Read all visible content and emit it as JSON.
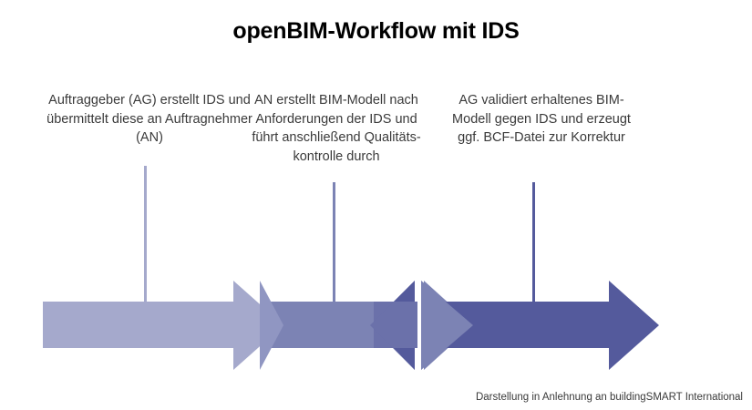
{
  "header": {
    "title": "openBIM-Workflow mit IDS"
  },
  "footer": {
    "caption": "Darstellung in Anlehnung an buildingSMART International"
  },
  "steps": [
    {
      "id": "step-1",
      "label": "Auftraggeber (AG) erstellt IDS und übermittelt diese an Auftragnehmer (AN)",
      "color": "#A5A9CC"
    },
    {
      "id": "step-2",
      "label": "AN erstellt BIM-Modell nach Anforderungen der IDS und führt anschließend Qualitäts-kontrolle durch",
      "color": "#7C83B4"
    },
    {
      "id": "step-3",
      "label": "AG validiert erhaltenes BIM-Modell gegen IDS und erzeugt ggf. BCF-Datei zur Korrektur",
      "color": "#545A9C"
    }
  ],
  "colors": {
    "arrow_light": "#A5A9CC",
    "arrow_mid": "#7C83B4",
    "arrow_dark": "#545A9C",
    "title_text": "#000000",
    "body_text": "#3a3a3a",
    "background": "#ffffff"
  }
}
